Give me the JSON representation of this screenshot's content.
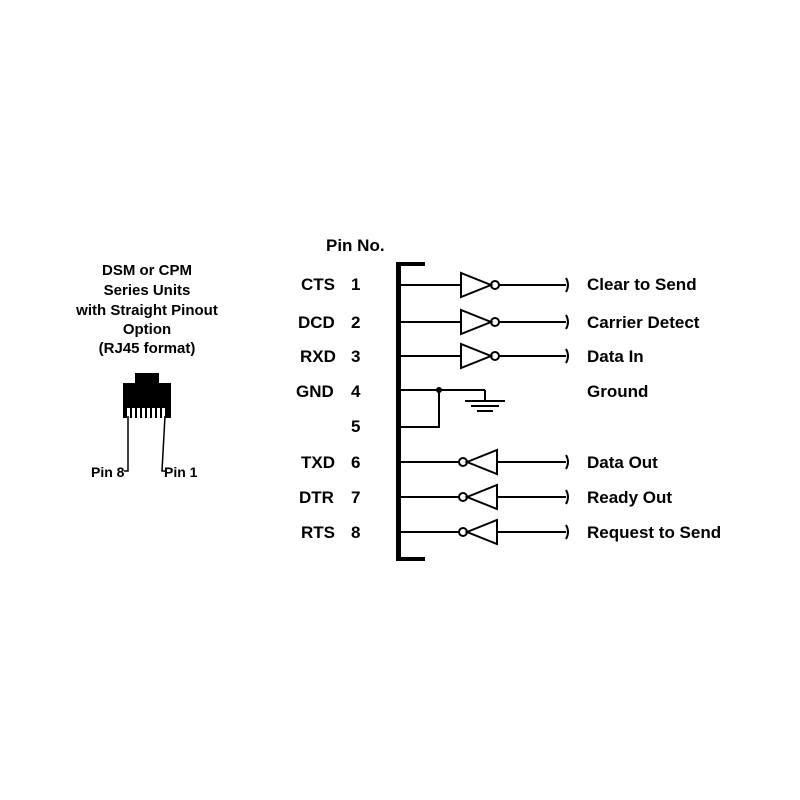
{
  "connector": {
    "caption_lines": [
      "DSM or CPM",
      "Series Units",
      "with Straight Pinout",
      "Option",
      "(RJ45 format)"
    ],
    "pin_left_label": "Pin 8",
    "pin_right_label": "Pin 1"
  },
  "pin_header": "Pin No.",
  "pins": [
    {
      "signal": "CTS",
      "number": "1",
      "description": "Clear to Send",
      "kind": "input"
    },
    {
      "signal": "DCD",
      "number": "2",
      "description": "Carrier Detect",
      "kind": "input"
    },
    {
      "signal": "RXD",
      "number": "3",
      "description": "Data In",
      "kind": "input"
    },
    {
      "signal": "GND",
      "number": "4",
      "description": "Ground",
      "kind": "ground"
    },
    {
      "signal": "",
      "number": "5",
      "description": "",
      "kind": "ground-link"
    },
    {
      "signal": "TXD",
      "number": "6",
      "description": "Data Out",
      "kind": "output"
    },
    {
      "signal": "DTR",
      "number": "7",
      "description": "Ready Out",
      "kind": "output"
    },
    {
      "signal": "RTS",
      "number": "8",
      "description": "Request to Send",
      "kind": "output"
    }
  ],
  "icons": {
    "input_buffer": "inverter-right-icon",
    "output_buffer": "inverter-left-icon",
    "ground": "ground-icon",
    "wire_break": "wire-break-icon",
    "connector": "rj45-jack-icon"
  }
}
